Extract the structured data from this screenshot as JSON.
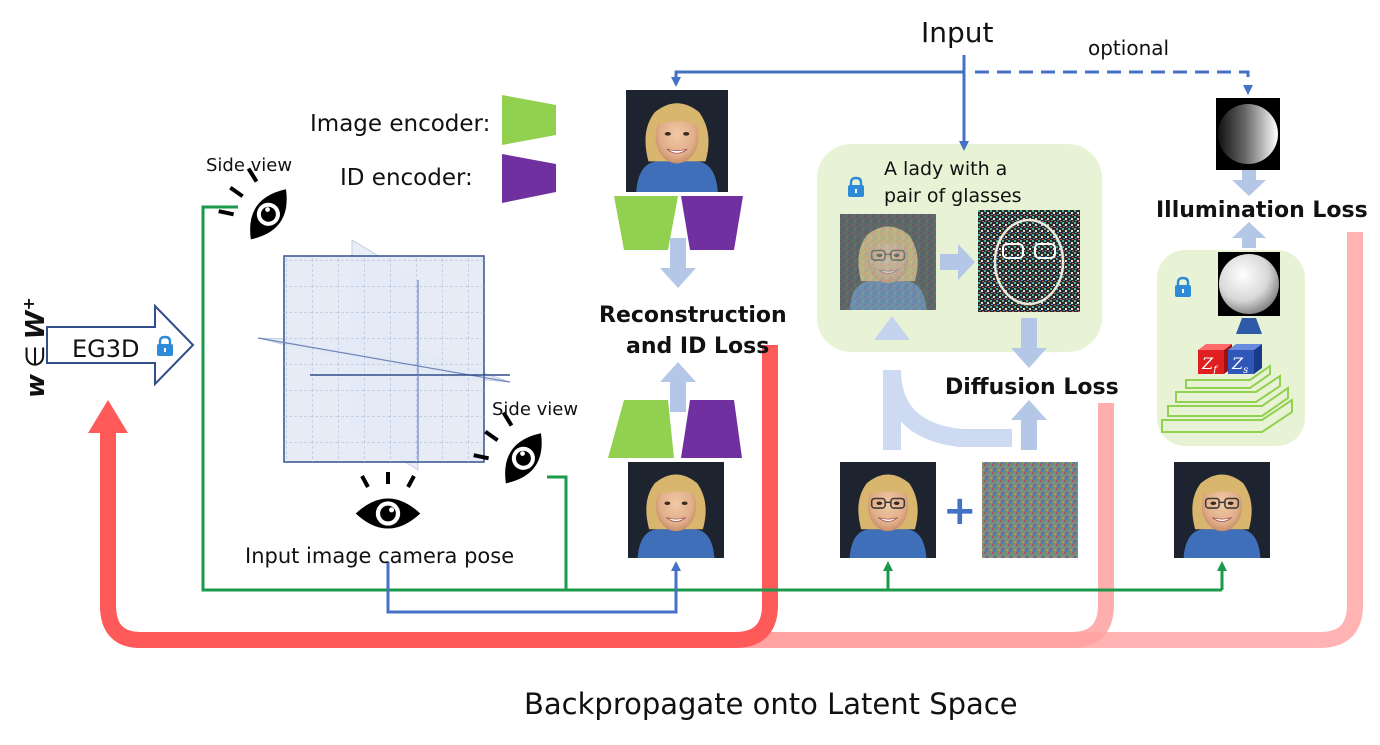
{
  "labels": {
    "input": "Input",
    "optional": "optional",
    "image_encoder": "Image encoder:",
    "id_encoder": "ID encoder:",
    "side_view_top": "Side view",
    "side_view_right": "Side view",
    "eg3d": "EG3D",
    "latent_w": "w",
    "latent_in": "∈",
    "latent_W": "W",
    "latent_plus": "+",
    "reconstruction_line1": "Reconstruction",
    "reconstruction_line2": "and ID Loss",
    "prompt_line1": "A lady with a",
    "prompt_line2": "pair of glasses",
    "diffusion_loss": "Diffusion Loss",
    "illumination_loss": "Illumination Loss",
    "input_pose": "Input image camera pose",
    "plus_symbol": "+",
    "z_f": "Z",
    "z_f_sub": "f",
    "z_s": "Z",
    "z_s_sub": "s",
    "backpropagate": "Backpropagate onto Latent Space"
  },
  "colors": {
    "blue_arrow": "#4472c4",
    "green_line": "#1a9a4a",
    "red_arrow": "#ff5a5a",
    "pink_arrow": "#ffb3b3",
    "encoder_green": "#92d050",
    "encoder_purple": "#7030a0",
    "light_arrow": "#b4c7e7",
    "panel_green": "#e8f3d6",
    "lock_blue": "#2e8bd8"
  },
  "icons": [
    "eye-icon",
    "lock-icon",
    "sphere-icon",
    "face-photo",
    "noise-image"
  ]
}
